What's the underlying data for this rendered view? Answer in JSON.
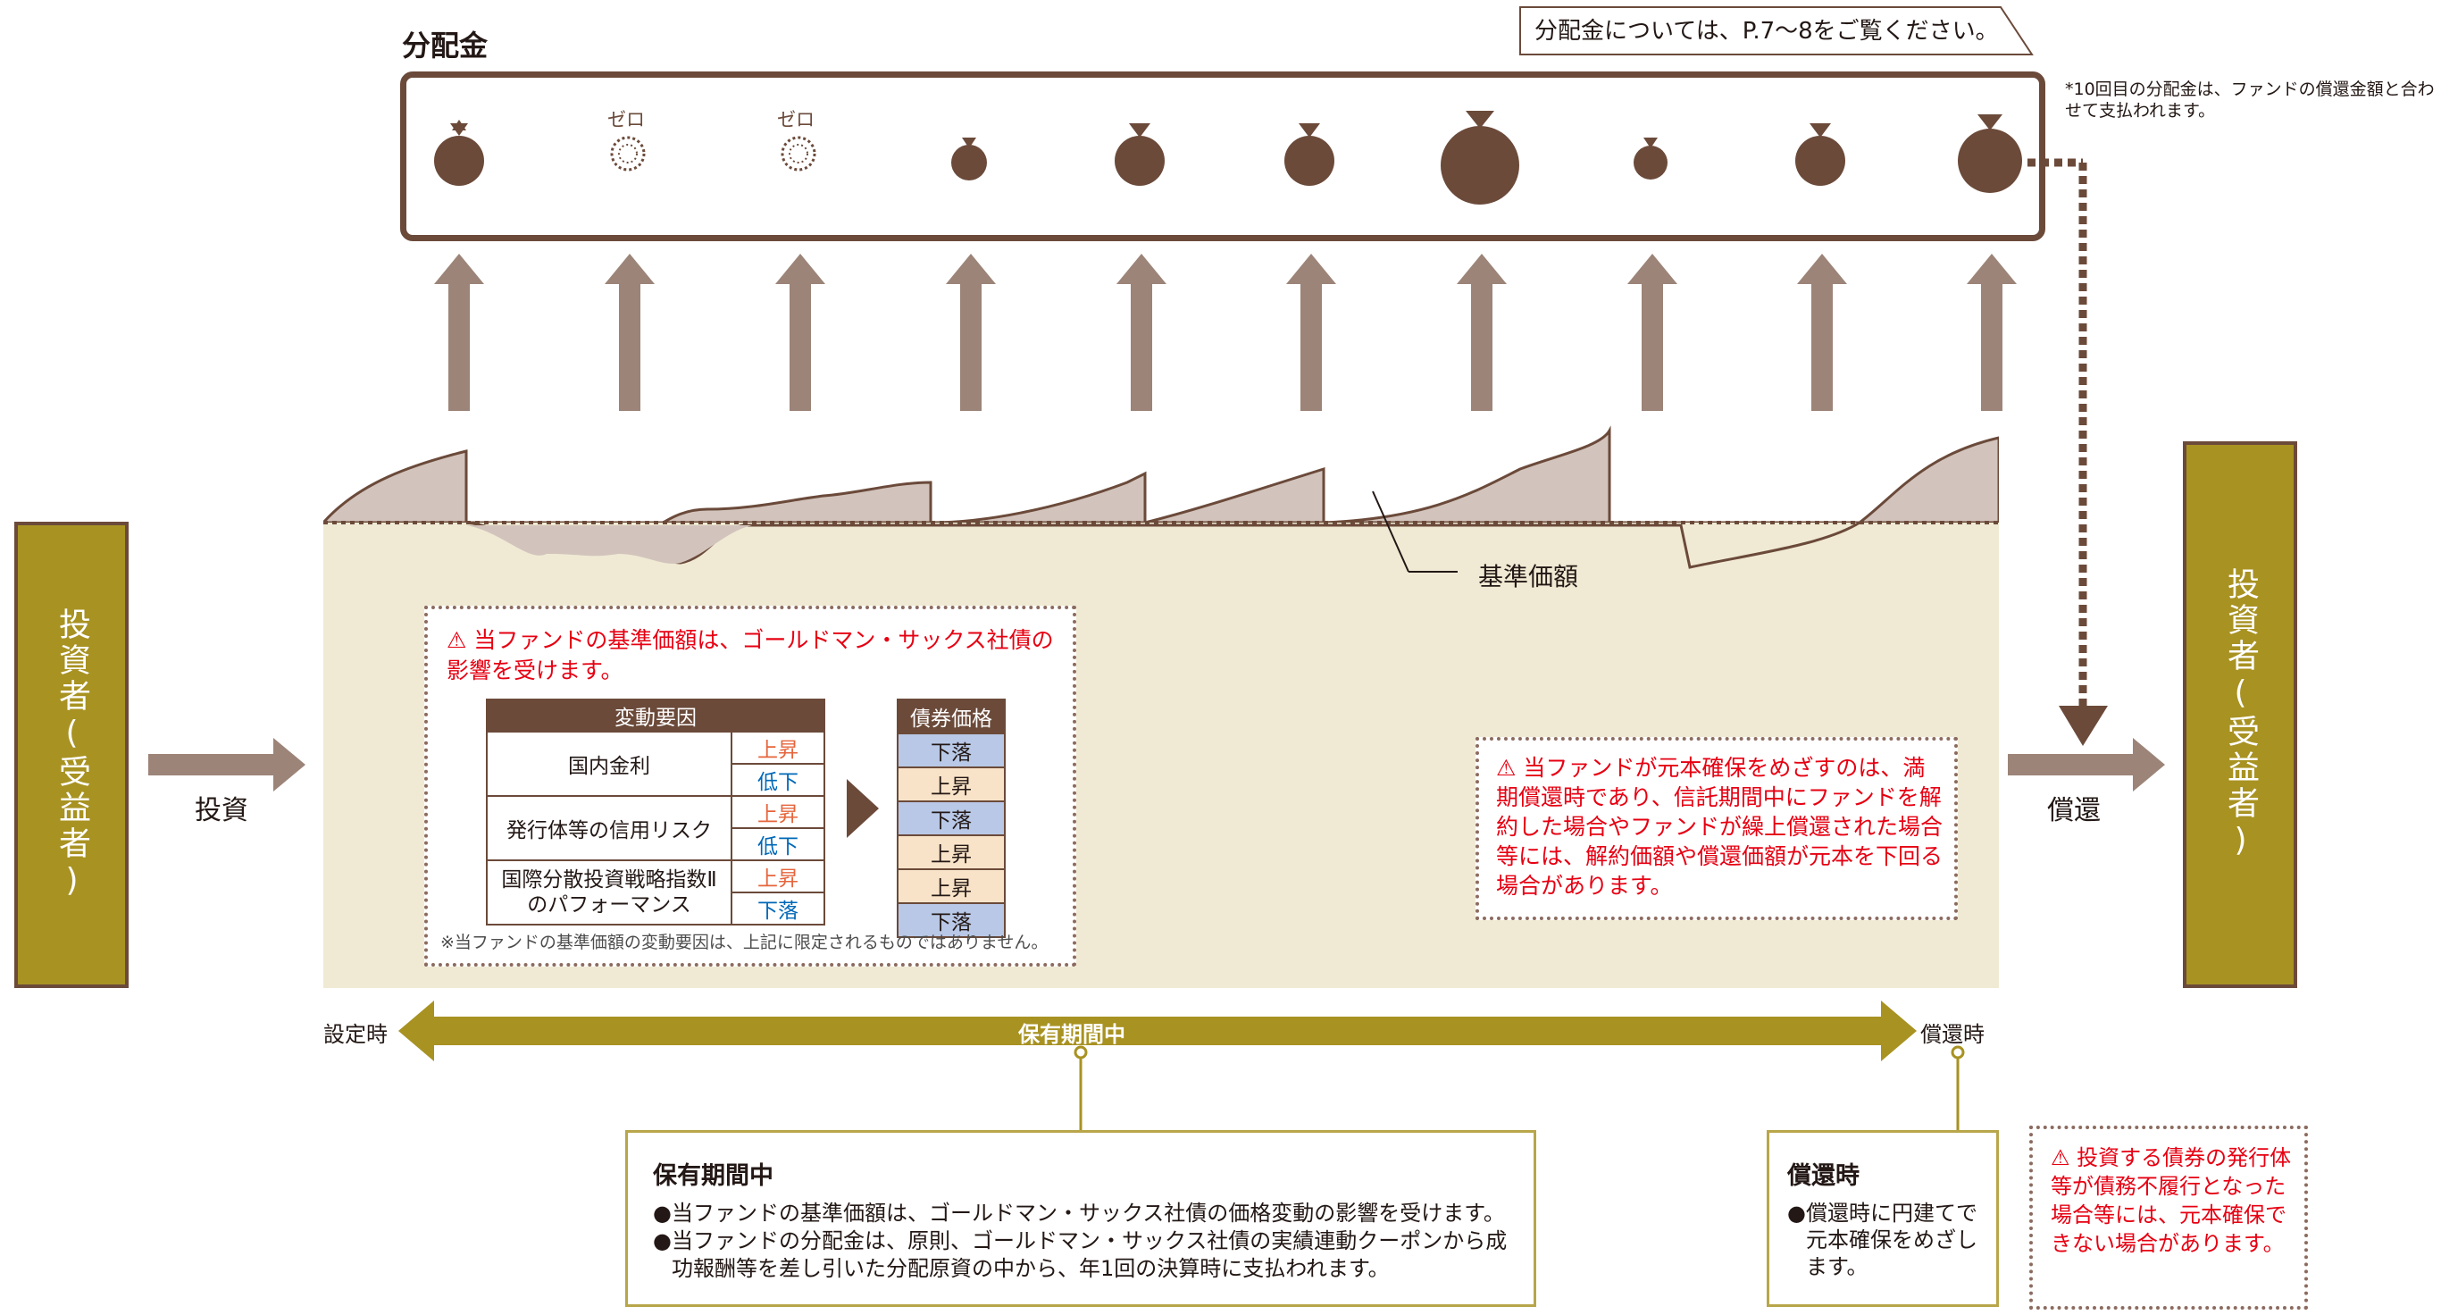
{
  "distribution": {
    "title": "分配金",
    "reference_note": "分配金については、P.7〜8をご覧ください。",
    "tenth_note": "*10回目の分配金は、ファンドの償還金額と合わせて支払われます。",
    "zero_label": "ゼロ",
    "payments": [
      "paid",
      "ゼロ",
      "ゼロ",
      "paid",
      "paid",
      "paid",
      "paid",
      "paid",
      "paid",
      "paid"
    ]
  },
  "investor_left": "投資者(受益者)",
  "investor_right": "投資者(受益者)",
  "invest_label": "投資",
  "redemption_label": "償還",
  "nav_label": "基準価額",
  "influence_box": {
    "heading": "当ファンドの基準価額は、ゴールドマン・サックス社債の影響を受けます。",
    "factor_header": "変動要因",
    "bond_header": "債券価格",
    "factors": [
      {
        "name": "国内金利",
        "moves": [
          "上昇",
          "低下"
        ]
      },
      {
        "name": "発行体等の信用リスク",
        "moves": [
          "上昇",
          "低下"
        ]
      },
      {
        "name": "国際分散投資戦略指数Ⅱのパフォーマンス",
        "moves": [
          "上昇",
          "下落"
        ]
      }
    ],
    "bond_prices": [
      "下落",
      "上昇",
      "下落",
      "上昇",
      "上昇",
      "下落"
    ],
    "footnote": "※当ファンドの基準価額の変動要因は、上記に限定されるものではありません。"
  },
  "principal_note": "当ファンドが元本確保をめざすのは、満期償還時であり、信託期間中にファンドを解約した場合やファンドが繰上償還された場合等には、解約価額や償還価額が元本を下回る場合があります。",
  "timeline": {
    "start": "設定時",
    "middle": "保有期間中",
    "end": "償還時"
  },
  "holding_box": {
    "title": "保有期間中",
    "bullets": [
      "当ファンドの基準価額は、ゴールドマン・サックス社債の価格変動の影響を受けます。",
      "当ファンドの分配金は、原則、ゴールドマン・サックス社債の実績連動クーポンから成功報酬等を差し引いた分配原資の中から、年1回の決算時に支払われます。"
    ]
  },
  "maturity_box": {
    "title": "償還時",
    "bullet": "償還時に円建てで元本確保をめざします。"
  },
  "default_note": "投資する債券の発行体等が債務不履行となった場合等には、元本確保できない場合があります。",
  "colors": {
    "brown": "#6b4a3a",
    "gold": "#a89222",
    "beige": "#f0ead4",
    "arrow": "#9c8478",
    "red": "#e60012"
  }
}
